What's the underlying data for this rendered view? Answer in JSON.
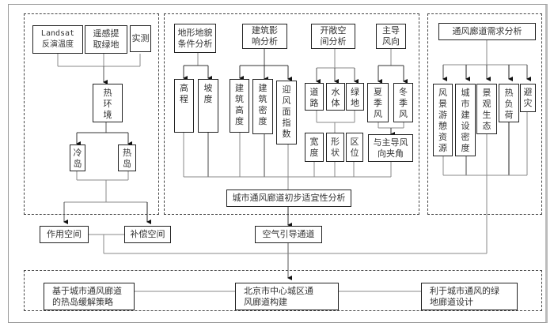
{
  "groups": {
    "thermal": {
      "sources": [
        "Landsat\n反演温度",
        "遥感提\n取绿地",
        "实测"
      ],
      "hub": "热环境",
      "outputs": [
        "冷岛",
        "热岛"
      ]
    },
    "suitability": {
      "terrain": {
        "title": "地形地貌\n条件分析",
        "items": [
          "高程",
          "坡度"
        ]
      },
      "building": {
        "title": "建筑影\n响分析",
        "items": [
          "建筑高度",
          "建筑密度",
          "迎风面指数"
        ]
      },
      "open_space": {
        "title": "开敞空\n间分析",
        "items": [
          "道路",
          "水体",
          "绿地"
        ],
        "attrs": [
          "宽度",
          "形状",
          "区位"
        ]
      },
      "wind": {
        "title": "主导\n风向",
        "items": [
          "夏季风",
          "冬季风"
        ],
        "result": "与主导风\n向夹角"
      },
      "result": "城市通风廊道初步适宜性分析"
    },
    "demand": {
      "title": "通风廊道需求分析",
      "items": [
        "风景游憩资源",
        "城市建设密度",
        "景观生态",
        "热负荷",
        "避灾"
      ]
    }
  },
  "spaces": {
    "action": "作用空间",
    "compensation": "补偿空间",
    "air_guide": "空气引导通道"
  },
  "outcomes": {
    "left": "基于城市通风廊道\n的热岛缓解策略",
    "center": "北京市中心城区通\n风廊道构建",
    "right": "利于城市通风的绿\n地廊道设计"
  }
}
